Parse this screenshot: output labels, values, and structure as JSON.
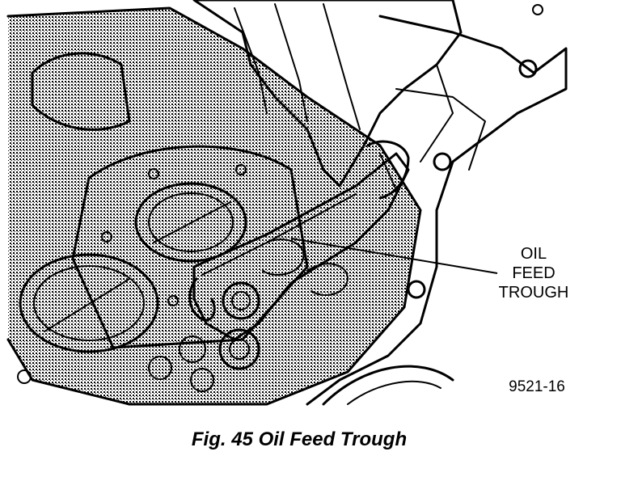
{
  "callout": {
    "line1": "OIL",
    "line2": "FEED",
    "line3": "TROUGH"
  },
  "figure_code": "9521-16",
  "caption": "Fig. 45 Oil Feed Trough"
}
